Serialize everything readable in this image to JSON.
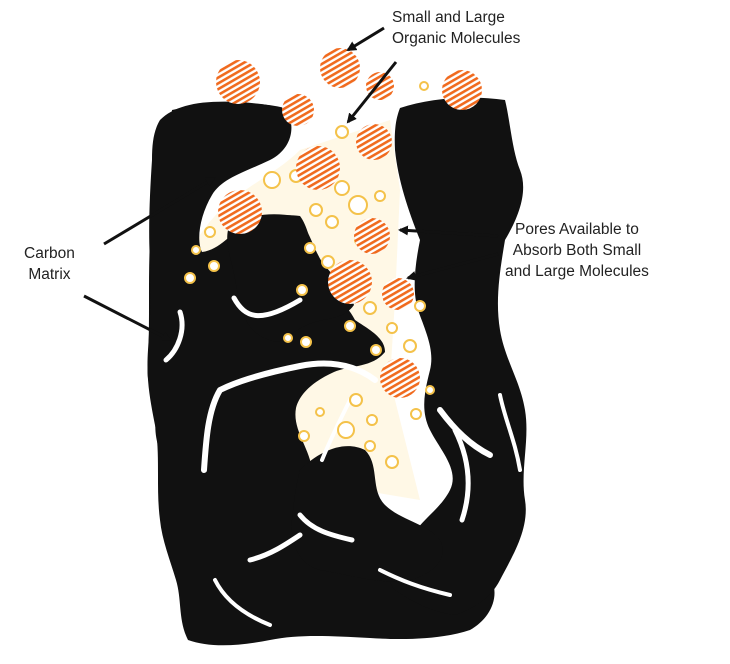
{
  "labels": {
    "molecules": [
      "Small and Large",
      "Organic Molecules"
    ],
    "carbon_matrix": [
      "Carbon",
      "Matrix"
    ],
    "pores": [
      "Pores Available to",
      "Absorb Both Small",
      "and Large Molecules"
    ]
  },
  "colors": {
    "carbon": "#111111",
    "large_molecule": "#f06a1e",
    "small_molecule": "#f4c24a",
    "channel": "#ffffff",
    "arrow": "#111111"
  }
}
